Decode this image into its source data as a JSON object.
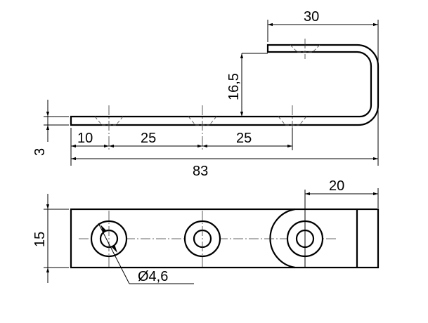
{
  "drawing": {
    "colors": {
      "line": "#000000",
      "background": "#ffffff"
    },
    "side_view": {
      "dims": {
        "top_width": "30",
        "hook_height": "16,5",
        "thickness": "3",
        "seg1": "10",
        "seg2": "25",
        "seg3": "25",
        "total": "83"
      }
    },
    "top_view": {
      "dims": {
        "height": "15",
        "right_offset": "20",
        "hole_dia": "Ø4,6"
      }
    }
  }
}
